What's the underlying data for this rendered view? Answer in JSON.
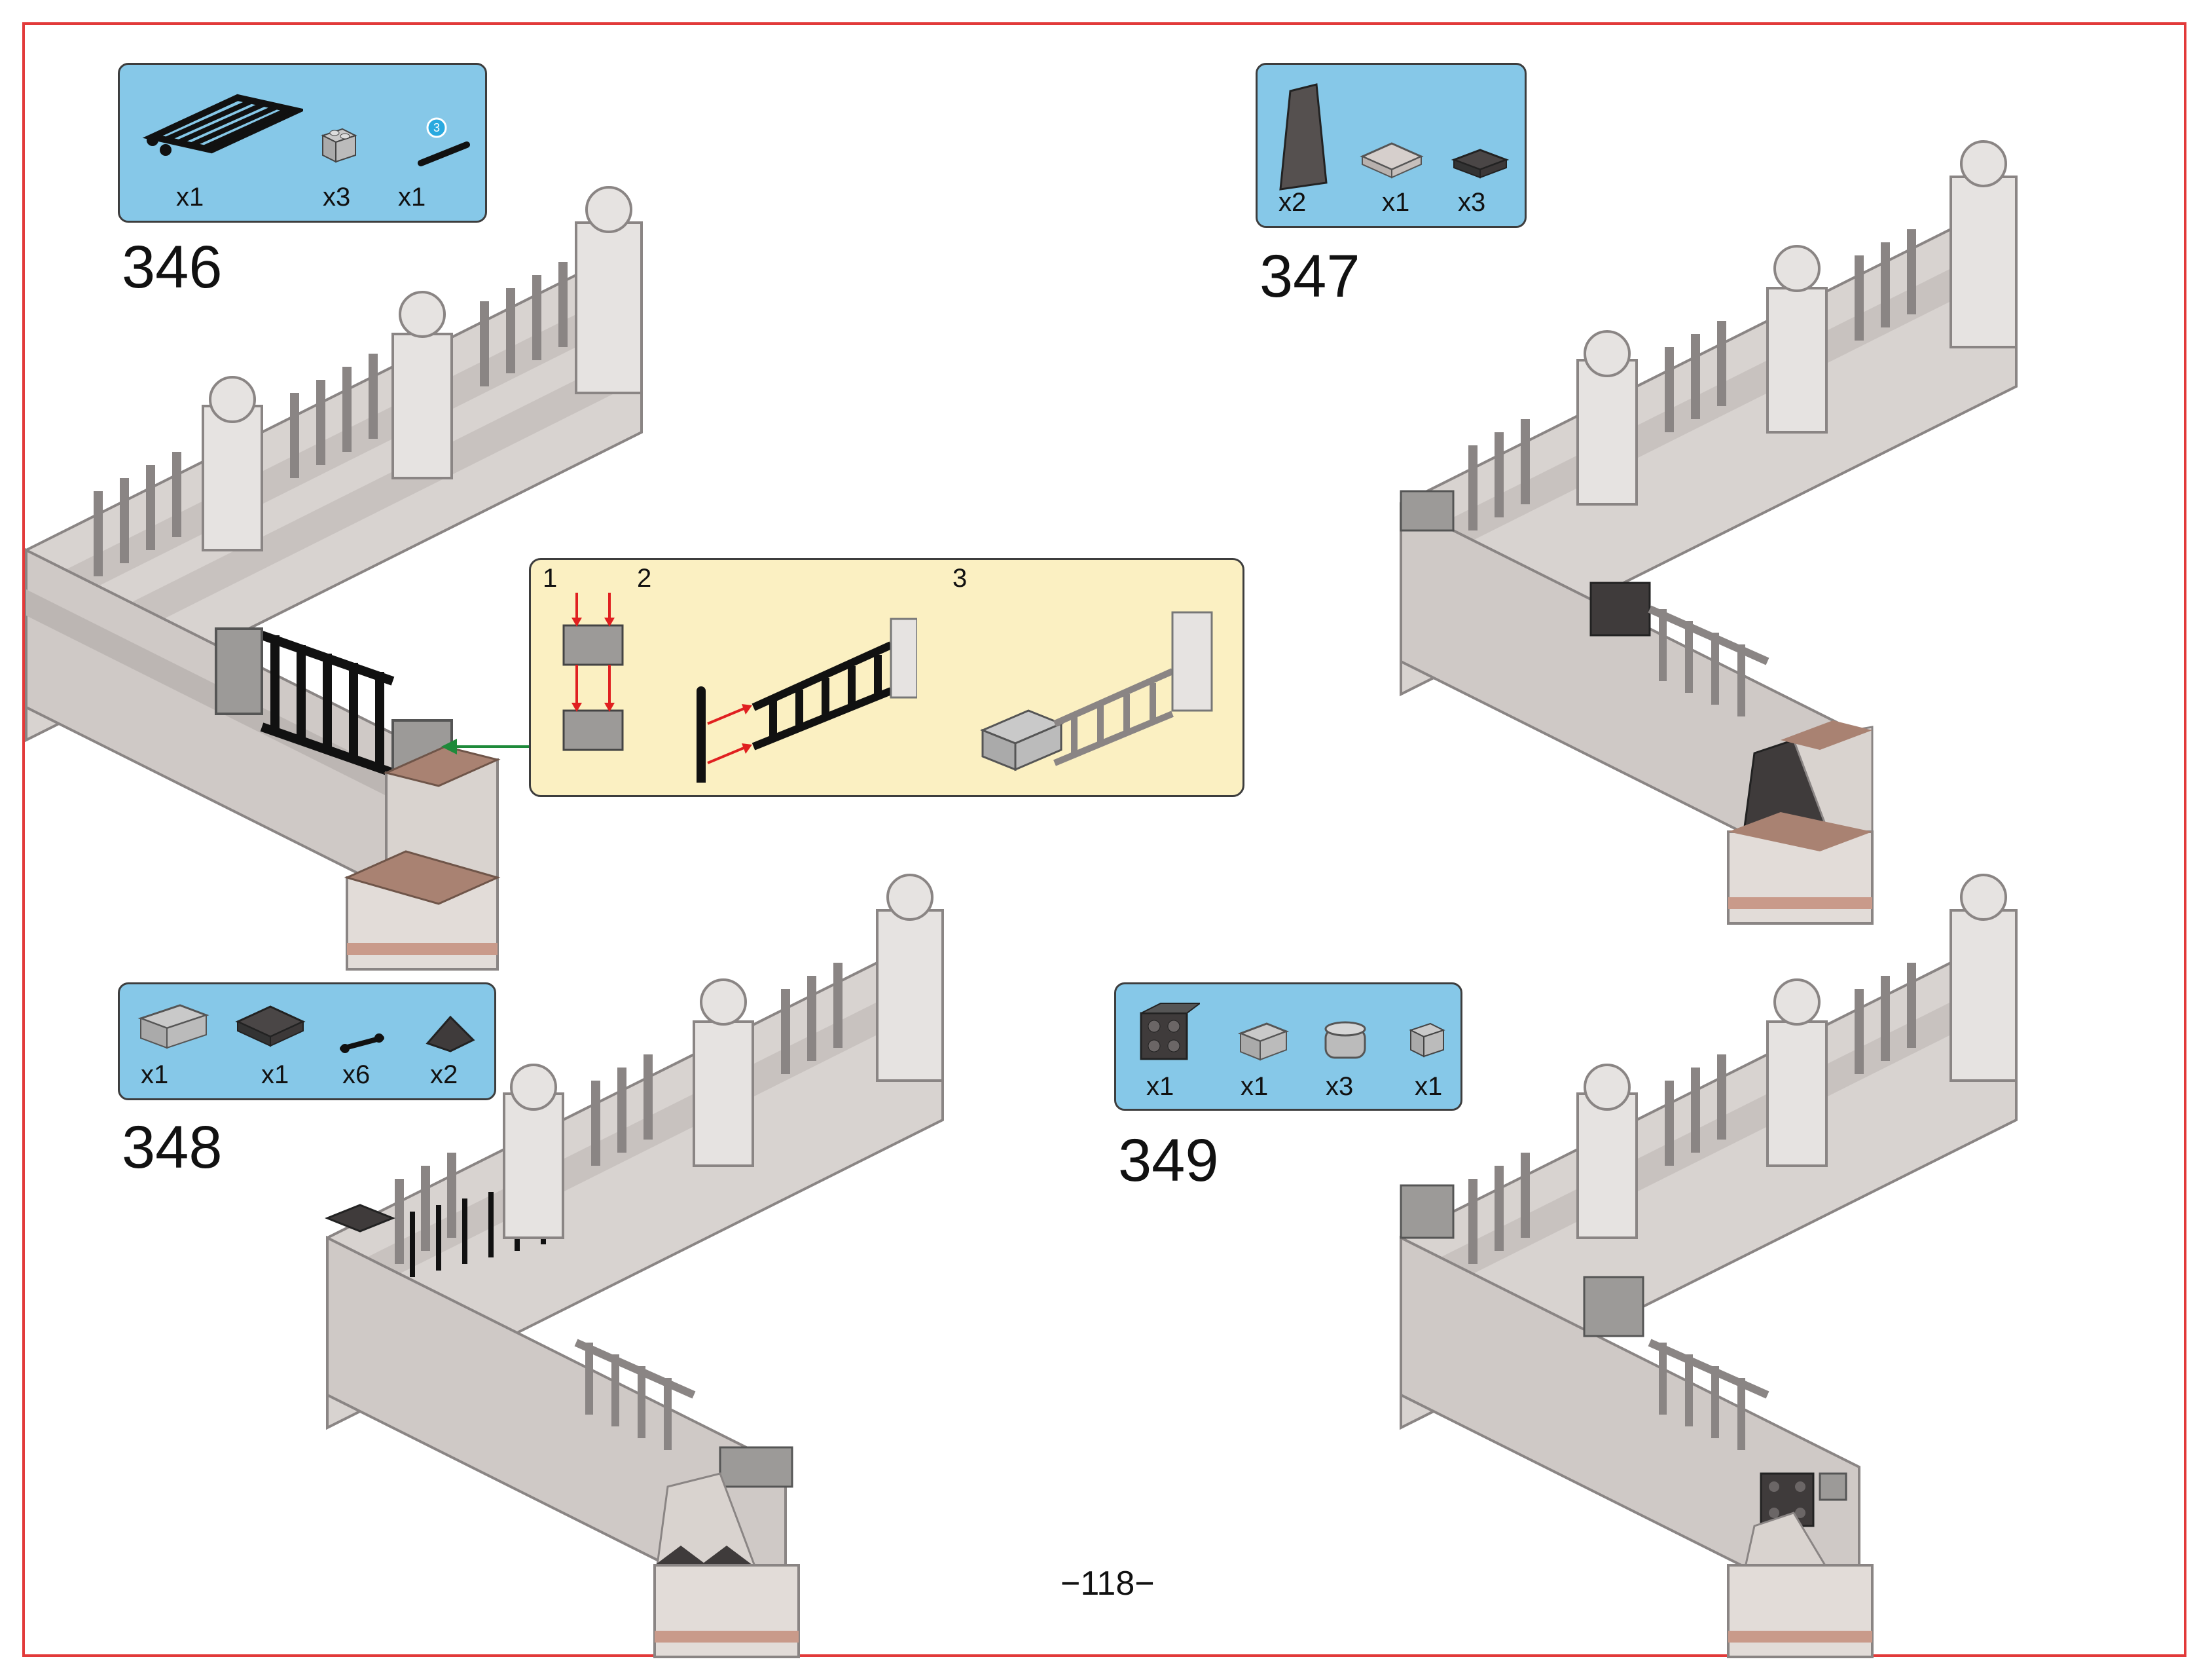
{
  "page": {
    "number": "−118−"
  },
  "steps": [
    {
      "number": "346",
      "parts": [
        {
          "icon": "black-fence-gate-icon",
          "qty": "x1"
        },
        {
          "icon": "grey-brick-clip-icon",
          "qty": "x3"
        },
        {
          "icon": "black-bar-icon",
          "qty": "x1",
          "length": "3"
        }
      ]
    },
    {
      "number": "347",
      "parts": [
        {
          "icon": "dark-slope-icon",
          "qty": "x2"
        },
        {
          "icon": "light-grey-plate-2x2-icon",
          "qty": "x1"
        },
        {
          "icon": "dark-grey-plate-icon",
          "qty": "x3"
        }
      ]
    },
    {
      "number": "348",
      "parts": [
        {
          "icon": "grey-brick-1x3-icon",
          "qty": "x1"
        },
        {
          "icon": "dark-grey-plate-2x2-icon",
          "qty": "x1"
        },
        {
          "icon": "black-clip-icon",
          "qty": "x6"
        },
        {
          "icon": "dark-slope-cheese-icon",
          "qty": "x2"
        }
      ]
    },
    {
      "number": "349",
      "parts": [
        {
          "icon": "dark-bracket-icon",
          "qty": "x1"
        },
        {
          "icon": "grey-brick-1x2-icon",
          "qty": "x1"
        },
        {
          "icon": "grey-round-brick-icon",
          "qty": "x3"
        },
        {
          "icon": "grey-brick-clip-icon",
          "qty": "x1"
        }
      ]
    }
  ],
  "subassembly": {
    "steps": [
      "1",
      "2",
      "3"
    ]
  },
  "colors": {
    "frame": "#e23a3a",
    "parts_box": "#86c8e8",
    "inset": "#fbf0c2",
    "arrow_red": "#e02020",
    "arrow_green": "#1e8a3a"
  }
}
